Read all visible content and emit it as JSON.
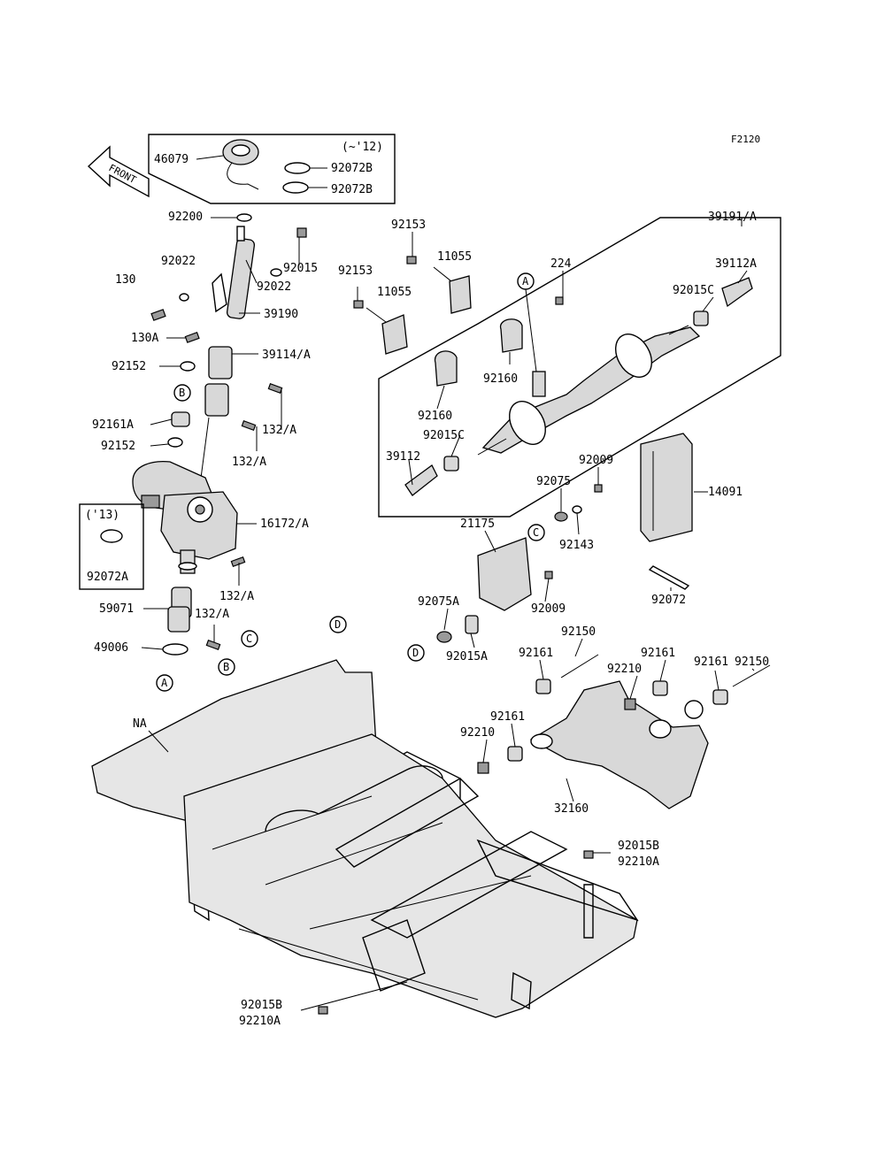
{
  "sheet_code": "F2120",
  "front_label": "FRONT",
  "colors": {
    "ink": "#000000",
    "paper": "#ffffff",
    "shade": "#d8d8d8"
  },
  "variant_notes": {
    "upto_2012": "(~'12)",
    "from_2013": "('13)"
  },
  "callouts": [
    "A",
    "B",
    "C",
    "D"
  ],
  "parts": {
    "p46079": "46079",
    "p92072B_1": "92072B",
    "p92072B_2": "92072B",
    "p92200": "92200",
    "p92022_l": "92022",
    "p92015": "92015",
    "p92022_r": "92022",
    "p130": "130",
    "p39190": "39190",
    "p130A": "130A",
    "p39114A": "39114/A",
    "p92152_1": "92152",
    "p92161A": "92161A",
    "p132A_1": "132/A",
    "p92152_2": "92152",
    "p132A_2": "132/A",
    "p16172A": "16172/A",
    "p92072A": "92072A",
    "p132A_3": "132/A",
    "p59071": "59071",
    "p132A_4": "132/A",
    "p49006": "49006",
    "pNA": "NA",
    "p92153_1": "92153",
    "p11055_1": "11055",
    "p92153_2": "92153",
    "p11055_2": "11055",
    "p224": "224",
    "p39191A": "39191/A",
    "p39112A": "39112A",
    "p92015C_1": "92015C",
    "p92160_1": "92160",
    "p92160_2": "92160",
    "p92015C_2": "92015C",
    "p39112": "39112",
    "p92009_1": "92009",
    "p92075": "92075",
    "p14091": "14091",
    "p21175": "21175",
    "p92143": "92143",
    "p92009_2": "92009",
    "p92072": "92072",
    "p92075A": "92075A",
    "p92015A": "92015A",
    "p92150_1": "92150",
    "p92150_2": "92150",
    "p92161_1": "92161",
    "p92161_2": "92161",
    "p92210_1": "92210",
    "p92161_3": "92161",
    "p92161_4": "92161",
    "p92210_2": "92210",
    "p32160": "32160",
    "p92015B_1": "92015B",
    "p92210A_1": "92210A",
    "p92015B_2": "92015B",
    "p92210A_2": "92210A"
  }
}
